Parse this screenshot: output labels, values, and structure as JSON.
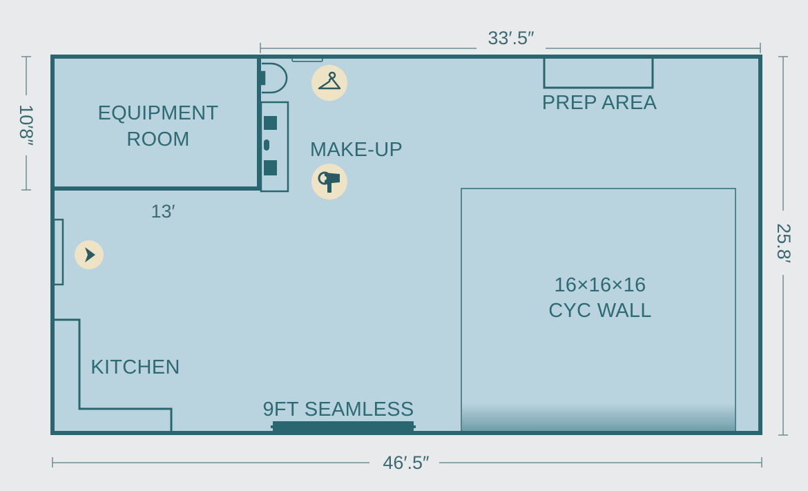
{
  "colors": {
    "background": "#e9eaec",
    "floor": "#b9d3df",
    "wall": "#2a6670",
    "label": "#2d6a74",
    "dimension": "#3c6a72",
    "icon_badge": "#efe3c6",
    "icon_glyph": "#2a5b64"
  },
  "dimensions": {
    "top_width": "33′.5″",
    "bottom_width": "46′.5″",
    "left_height": "10′8″",
    "right_height": "25.8′",
    "equipment_room_width": "13′"
  },
  "rooms": {
    "equipment_room_line1": "EQUIPMENT",
    "equipment_room_line2": "ROOM",
    "prep_area": "PREP AREA",
    "make_up": "MAKE-UP",
    "kitchen": "KITCHEN",
    "cyc_wall_line1": "16×16×16",
    "cyc_wall_line2": "CYC WALL",
    "seamless": "9FT SEAMLESS"
  },
  "icons": {
    "hanger": "hanger-icon",
    "hair_dryer": "hair-dryer-icon",
    "entrance": "entrance-arrow-icon"
  }
}
